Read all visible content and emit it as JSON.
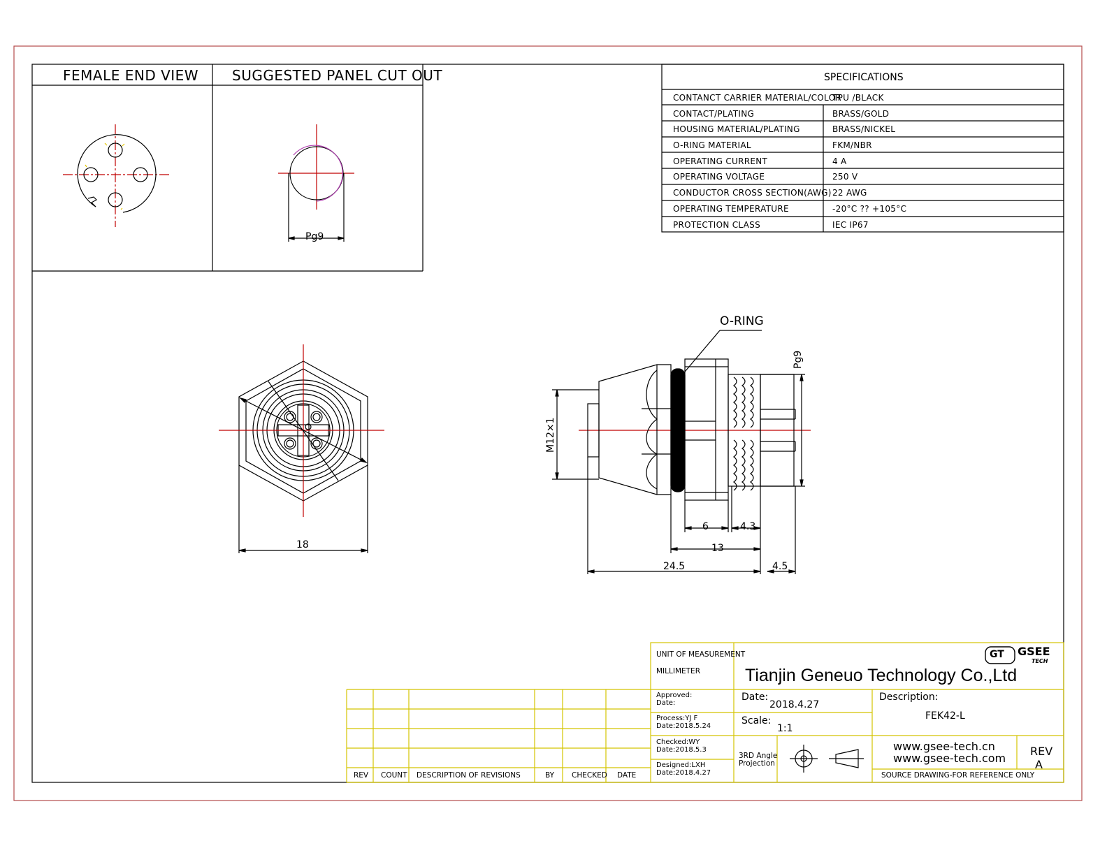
{
  "view_titles": {
    "female_end_view": "FEMALE END VIEW",
    "panel_cutout": "SUGGESTED PANEL CUT OUT"
  },
  "specifications": {
    "title": "SPECIFICATIONS",
    "rows": [
      {
        "label": "CONTANCT CARRIER MATERIAL/COLOR",
        "value": "TPU /BLACK"
      },
      {
        "label": "CONTACT/PLATING",
        "value": "BRASS/GOLD"
      },
      {
        "label": "HOUSING MATERIAL/PLATING",
        "value": "BRASS/NICKEL"
      },
      {
        "label": "O-RING  MATERIAL",
        "value": "FKM/NBR"
      },
      {
        "label": "OPERATING CURRENT",
        "value": "4 A"
      },
      {
        "label": "OPERATING VOLTAGE",
        "value": "250 V"
      },
      {
        "label": "CONDUCTOR  CROSS  SECTION(AWG)",
        "value": "22 AWG"
      },
      {
        "label": "OPERATING TEMPERATURE",
        "value": "-20°C ?? +105°C"
      },
      {
        "label": "PROTECTION CLASS",
        "value": "IEC  IP67"
      }
    ]
  },
  "dimensions": {
    "cutout_pg": "Pg9",
    "front_width": "18",
    "side_pg": "Pg9",
    "thread": "M12×1",
    "d6": "6",
    "d43": "4.3",
    "d13": "13",
    "d245": "24.5",
    "d45": "4.5",
    "oring": "O-RING"
  },
  "revisions": {
    "headers": [
      "REV",
      "COUNT",
      "DESCRIPTION  OF  REVISIONS",
      "BY",
      "CHECKED",
      "DATE"
    ]
  },
  "title_block": {
    "unit_label": "UNIT OF MEASUREMENT",
    "unit_value": "MILLIMETER",
    "company": "Tianjin Geneuo Technology Co.,Ltd",
    "logo_gt": "GT",
    "logo_gsee": "GSEE",
    "logo_tech": "TECH",
    "approved": "Approved:",
    "approved_date": "Date:",
    "process": "Process:YJ F",
    "process_date": "Date:2018.5.24",
    "checked": "Checked:WY",
    "checked_date": "Date:2018.5.3",
    "designed": "Designed:LXH",
    "designed_date": "Date:2018.4.27",
    "date_label": "Date:",
    "date_value": "2018.4.27",
    "scale_label": "Scale:",
    "scale_value": "1:1",
    "projection_1": "3RD Angle",
    "projection_2": "Projection",
    "description_label": "Description:",
    "description_value": "FEK42-L",
    "url1": "www.gsee-tech.cn",
    "url2": "www.gsee-tech.com",
    "rev_label": "REV",
    "rev_value": "A",
    "footnote": "SOURCE DRAWING-FOR REFERENCE ONLY"
  }
}
